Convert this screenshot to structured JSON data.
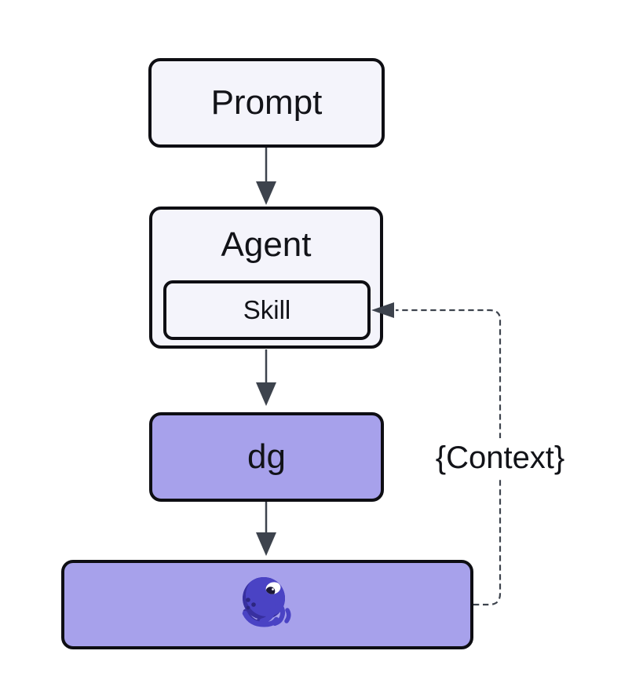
{
  "diagram": {
    "type": "flowchart",
    "direction": "top-down",
    "nodes": {
      "prompt": {
        "label": "Prompt",
        "fill": "#f4f4fb"
      },
      "agent": {
        "label": "Agent",
        "fill": "#f4f4fb"
      },
      "skill": {
        "label": "Skill",
        "fill": "#f4f4fb",
        "parent": "agent"
      },
      "dg": {
        "label": "dg",
        "fill": "#a7a1eb"
      },
      "engine": {
        "label": "",
        "icon": "octopus-icon",
        "fill": "#a7a1eb"
      }
    },
    "edges": [
      {
        "from": "prompt",
        "to": "agent",
        "style": "solid",
        "label": ""
      },
      {
        "from": "agent",
        "to": "dg",
        "style": "solid",
        "label": ""
      },
      {
        "from": "dg",
        "to": "engine",
        "style": "solid",
        "label": ""
      },
      {
        "from": "engine",
        "to": "skill",
        "style": "dashed",
        "label": "{Context}"
      }
    ],
    "context_label": "{Context}",
    "colors": {
      "background": "#ffffff",
      "border": "#0e0e13",
      "edge": "#3d434d",
      "text": "#121318",
      "light_fill": "#f4f4fb",
      "purple_fill": "#a7a1eb",
      "octopus_primary": "#4a43c4",
      "octopus_shadow": "#38309f",
      "octopus_dots": "#2c2680",
      "octopus_pupil": "#1b1837"
    }
  }
}
